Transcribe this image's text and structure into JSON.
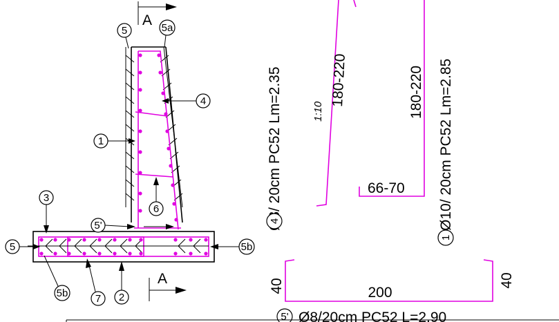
{
  "colors": {
    "line": "#000000",
    "rebar": "#e000e0",
    "background": "#ffffff"
  },
  "section_marks": {
    "top": "A",
    "bottom": "A"
  },
  "callouts": {
    "c5_top": "5",
    "c5a": "5a",
    "c4": "4",
    "c1": "1",
    "c3": "3",
    "c6": "6",
    "c5p": "5'",
    "c5_left": "5",
    "c5b_right": "5b",
    "c5b_bottom": "5b",
    "c7": "7",
    "c2": "2"
  },
  "bar4": {
    "number": "4",
    "spec": "Ø8/ 20cm PC52 Lm=2.35",
    "slope": "1:10",
    "length_range": "180-220"
  },
  "bar1": {
    "number": "1",
    "spec": "Ø10/ 20cm PC52 Lm=2.85",
    "length_range": "180-220",
    "hook": "66-70"
  },
  "bar5p": {
    "number": "5'",
    "spec": "Ø8/20cm PC52 L=2.90",
    "left_leg": "40",
    "right_leg": "40",
    "span": "200"
  }
}
